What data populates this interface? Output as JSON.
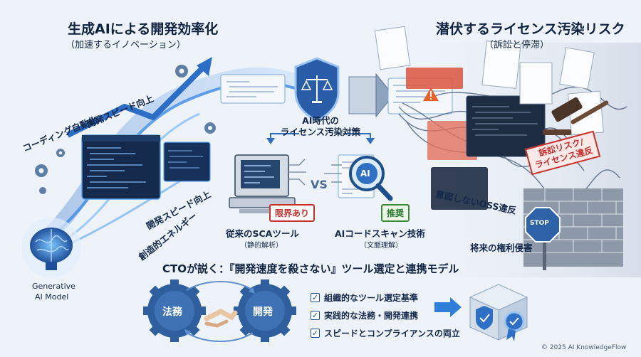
{
  "left": {
    "title": "生成AIによる開発効率化",
    "subtitle": "（加速するイノベーション）",
    "label_speed_top": "開発スピード向上",
    "label_coding": "コーディング自動化",
    "label_speed_bottom": "開発スピード向上",
    "label_energy": "創造的エネルギー",
    "brain_label_line1": "Generative",
    "brain_label_line2": "AI Model"
  },
  "right": {
    "title": "潜伏するライセンス汚染リスク",
    "subtitle": "（訴訟と停滞）",
    "risk_badge_line1": "訴訟リスク/",
    "risk_badge_line2": "ライセンス違反",
    "label_unintended": "意図しないOSS違反",
    "label_future": "将来の権利侵害",
    "stop_sign": "STOP"
  },
  "center": {
    "heading_line1": "AI時代の",
    "heading_line2": "ライセンス汚染対策",
    "vs": "VS",
    "ai_lens": "AI",
    "old_badge": "限界あり",
    "new_badge": "推奨",
    "old_label": "従来のSCAツール",
    "old_sub": "（静的解析）",
    "new_label": "AIコードスキャン技術",
    "new_sub": "（文脈理解）"
  },
  "bottom": {
    "title": "CTOが説く：『開発速度を殺さない』ツール選定と連携モデル",
    "gear_left": "法務",
    "gear_right": "開発",
    "checklist": [
      "組織的なツール選定基準",
      "実践的な法務・開発連携",
      "スピードとコンプライアンスの両立"
    ]
  },
  "footer": {
    "copyright": "© 2025 AI KnowledgeFlow"
  },
  "colors": {
    "navy": "#0f2341",
    "accent_blue": "#2f7fd8",
    "risk_red": "#c9302c",
    "ok_green": "#3b8a3a"
  }
}
